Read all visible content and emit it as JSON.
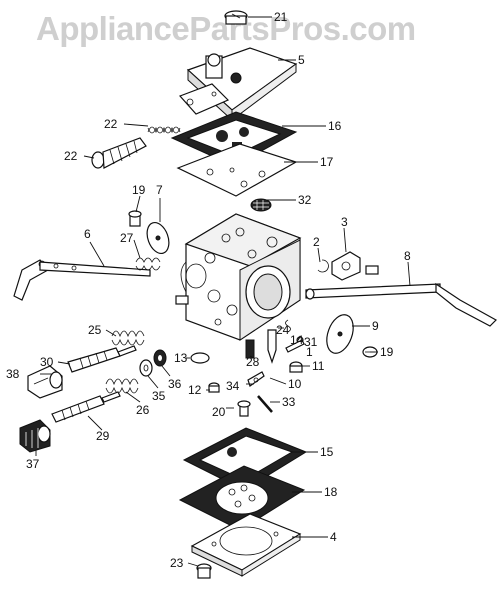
{
  "watermark": "AppliancePartsPros.com",
  "callouts": {
    "c21": "21",
    "c5": "5",
    "c22a": "22",
    "c22b": "22",
    "c16": "16",
    "c17": "17",
    "c19a": "19",
    "c7": "7",
    "c32": "32",
    "c3": "3",
    "c6": "6",
    "c27": "27",
    "c2": "2",
    "c8": "8",
    "c9": "9",
    "c25": "25",
    "c24": "24",
    "c14": "14",
    "c31": "31",
    "c1": "1",
    "c19b": "19",
    "c30": "30",
    "c13": "13",
    "c28": "28",
    "c11": "11",
    "c38": "38",
    "c36": "36",
    "c10": "10",
    "c12": "12",
    "c34": "34",
    "c35": "35",
    "c26": "26",
    "c33": "33",
    "c20": "20",
    "c29": "29",
    "c15": "15",
    "c37": "37",
    "c18": "18",
    "c4": "4",
    "c23": "23"
  }
}
